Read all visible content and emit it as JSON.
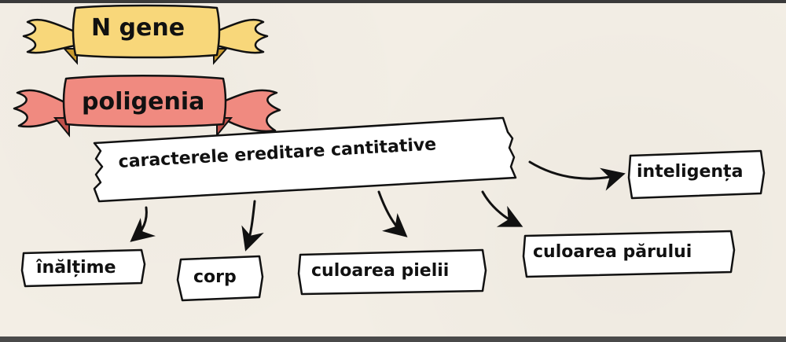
{
  "banners": {
    "title": "N gene",
    "subtitle": "poligenia"
  },
  "main_node": {
    "label": "caracterele ereditare cantitative"
  },
  "nodes": {
    "height": "înălțime",
    "body": "corp",
    "skin": "culoarea pielii",
    "hair": "culoarea părului",
    "intelligence": "inteligența"
  },
  "colors": {
    "yellow_banner": "#f8d77a",
    "red_banner": "#f08a80",
    "paper": "#ffffff",
    "background": "#f3eee5",
    "ink": "#111111"
  }
}
